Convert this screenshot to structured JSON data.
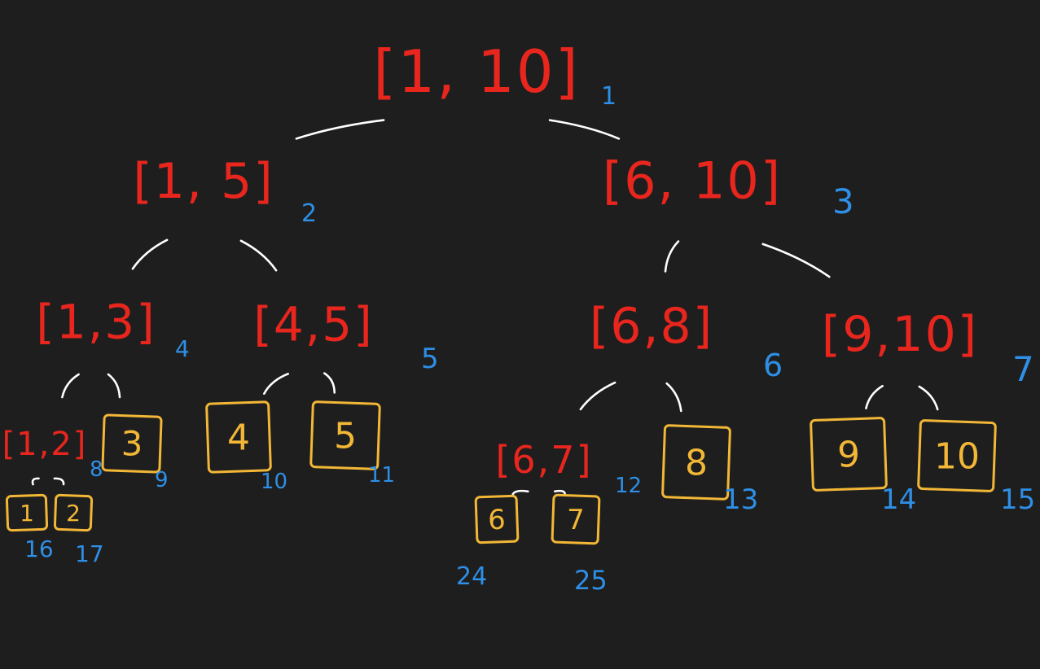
{
  "colors": {
    "background": "#1e1e1e",
    "range": "#e8261e",
    "leaf": "#f2b736",
    "index": "#2e8fe6",
    "edge": "#ffffff"
  },
  "nodes": [
    {
      "id": "n1",
      "label": "[1, 10]",
      "index": "1",
      "kind": "range"
    },
    {
      "id": "n2",
      "label": "[1, 5]",
      "index": "2",
      "kind": "range"
    },
    {
      "id": "n3",
      "label": "[6, 10]",
      "index": "3",
      "kind": "range"
    },
    {
      "id": "n4",
      "label": "[1,3]",
      "index": "4",
      "kind": "range"
    },
    {
      "id": "n5",
      "label": "[4,5]",
      "index": "5",
      "kind": "range"
    },
    {
      "id": "n6",
      "label": "[6,8]",
      "index": "6",
      "kind": "range"
    },
    {
      "id": "n7",
      "label": "[9,10]",
      "index": "7",
      "kind": "range"
    },
    {
      "id": "n8",
      "label": "[1,2]",
      "index": "8",
      "kind": "range"
    },
    {
      "id": "n9",
      "label": "3",
      "index": "9",
      "kind": "leaf"
    },
    {
      "id": "n10",
      "label": "4",
      "index": "10",
      "kind": "leaf"
    },
    {
      "id": "n11",
      "label": "5",
      "index": "11",
      "kind": "leaf"
    },
    {
      "id": "n12",
      "label": "[6,7]",
      "index": "12",
      "kind": "range"
    },
    {
      "id": "n13",
      "label": "8",
      "index": "13",
      "kind": "leaf"
    },
    {
      "id": "n14",
      "label": "9",
      "index": "14",
      "kind": "leaf"
    },
    {
      "id": "n15",
      "label": "10",
      "index": "15",
      "kind": "leaf"
    },
    {
      "id": "n16",
      "label": "1",
      "index": "16",
      "kind": "leaf"
    },
    {
      "id": "n17",
      "label": "2",
      "index": "17",
      "kind": "leaf"
    },
    {
      "id": "n24",
      "label": "6",
      "index": "24",
      "kind": "leaf"
    },
    {
      "id": "n25",
      "label": "7",
      "index": "25",
      "kind": "leaf"
    }
  ],
  "edges": [
    [
      "n1",
      "n2"
    ],
    [
      "n1",
      "n3"
    ],
    [
      "n2",
      "n4"
    ],
    [
      "n2",
      "n5"
    ],
    [
      "n3",
      "n6"
    ],
    [
      "n3",
      "n7"
    ],
    [
      "n4",
      "n8"
    ],
    [
      "n4",
      "n9"
    ],
    [
      "n5",
      "n10"
    ],
    [
      "n5",
      "n11"
    ],
    [
      "n6",
      "n12"
    ],
    [
      "n6",
      "n13"
    ],
    [
      "n7",
      "n14"
    ],
    [
      "n7",
      "n15"
    ],
    [
      "n8",
      "n16"
    ],
    [
      "n8",
      "n17"
    ],
    [
      "n12",
      "n24"
    ],
    [
      "n12",
      "n25"
    ]
  ]
}
